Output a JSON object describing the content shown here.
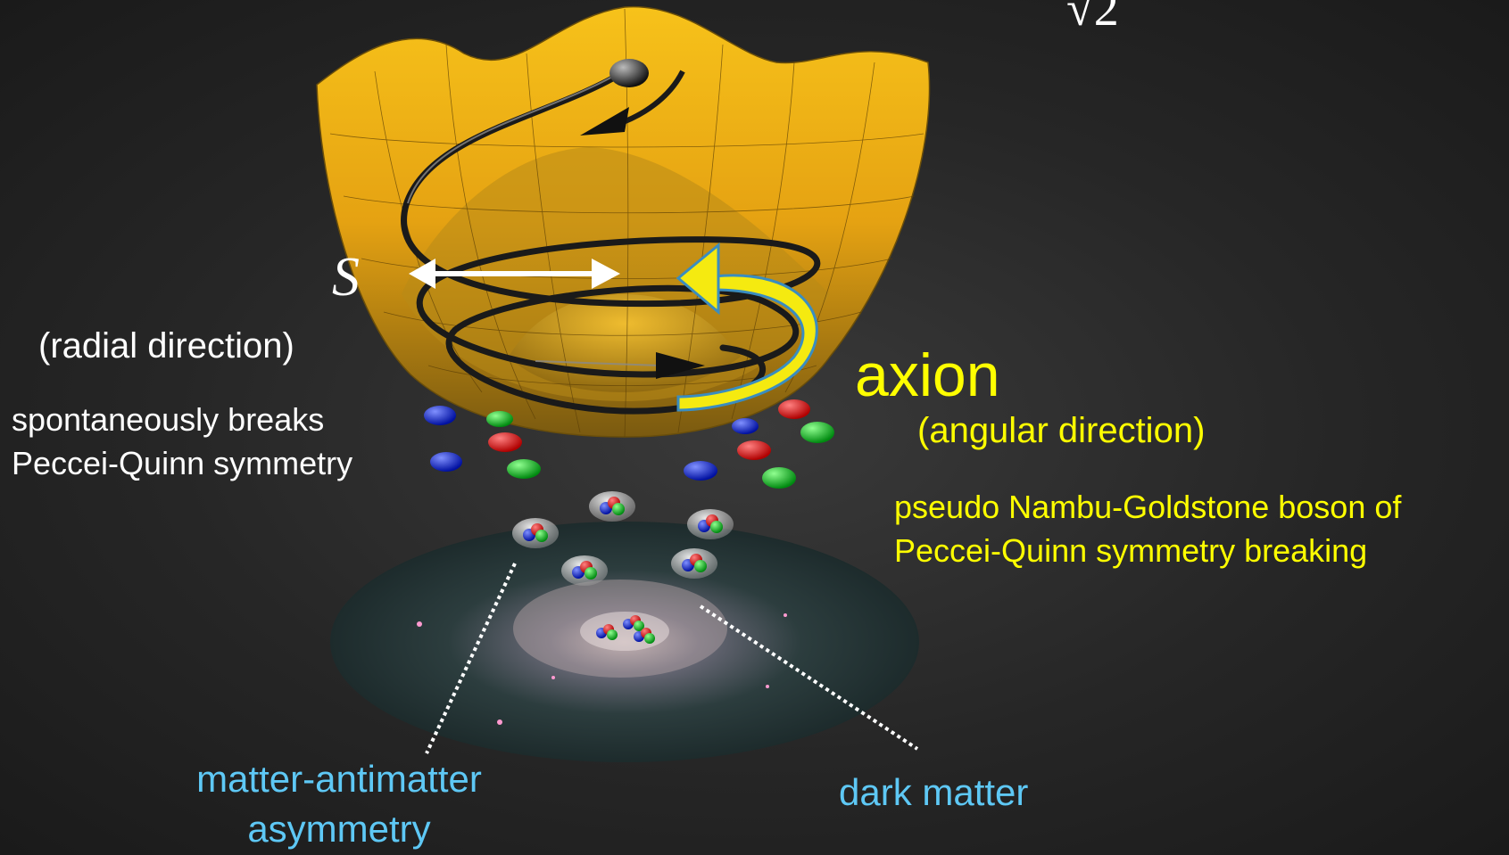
{
  "labels": {
    "sqrt_fragment": "√2",
    "s_symbol": "S",
    "radial": "(radial direction)",
    "breaks_line1": "spontaneously breaks",
    "breaks_line2": "Peccei-Quinn symmetry",
    "axion": "axion",
    "angular": "(angular direction)",
    "pseudo_line1": "pseudo Nambu-Goldstone boson of",
    "pseudo_line2": "Peccei-Quinn symmetry breaking",
    "asym_line1": "matter-antimatter",
    "asym_line2": "asymmetry",
    "dark_matter": "dark matter"
  },
  "colors": {
    "text_white": "#ffffff",
    "text_yellow": "#ffff00",
    "text_blue": "#5ec8f5",
    "potential_surface": "#e8a810",
    "quark_red": "#e01010",
    "quark_green": "#10c020",
    "quark_blue": "#1020e0"
  },
  "icons": {
    "radial_arrow": "double-headed-arrow",
    "angular_arrow": "curved-arrow",
    "ball": "sphere"
  }
}
